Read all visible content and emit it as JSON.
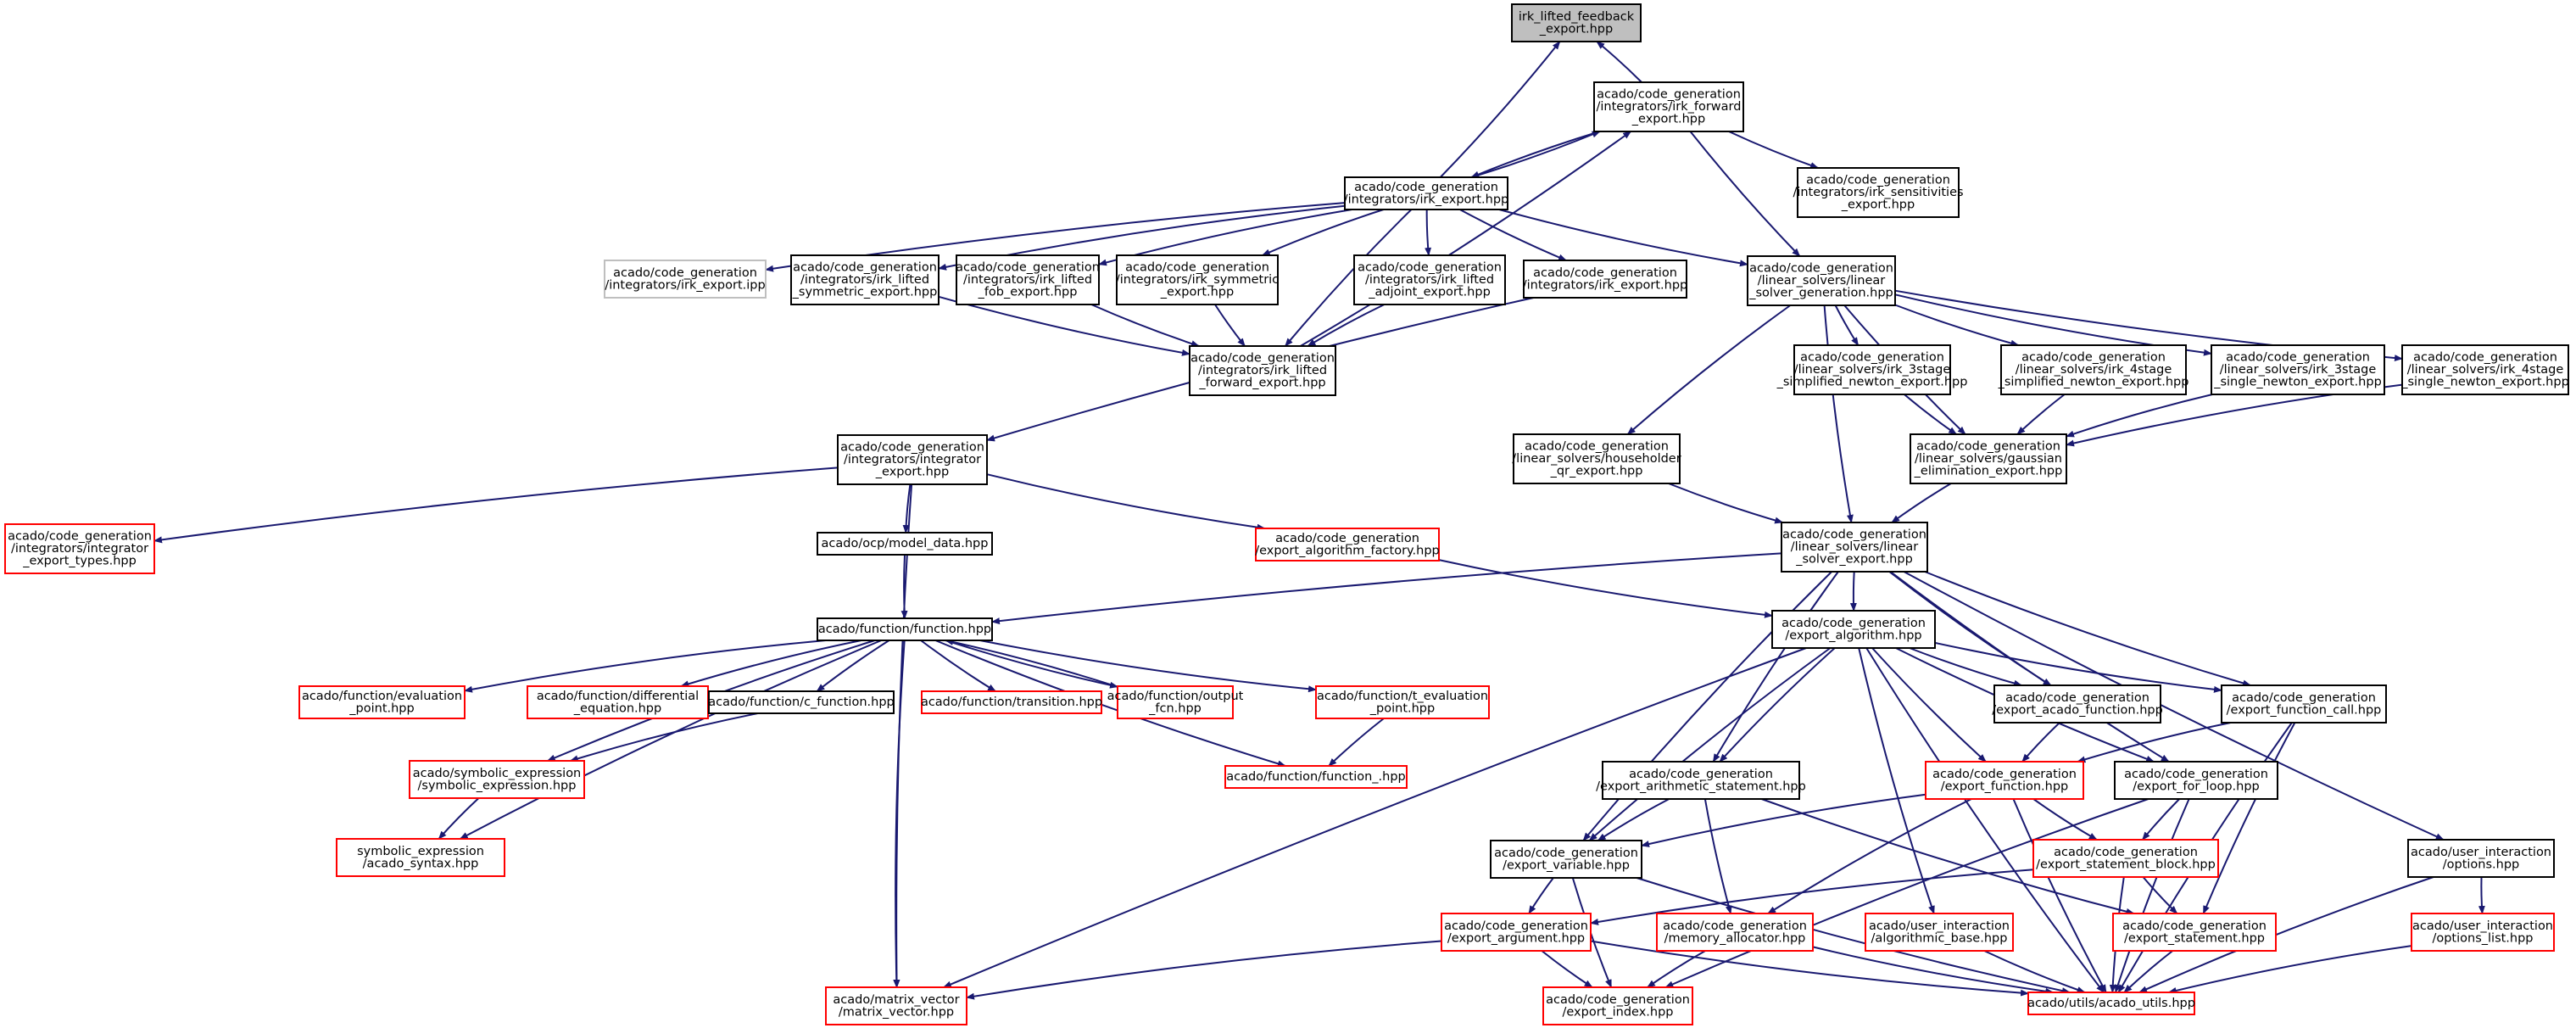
{
  "colors": {
    "edge": "#191970",
    "border_normal": "#000000",
    "border_missing": "#ff0000",
    "border_external": "#bfbfbf",
    "root_fill": "#bfbfbf",
    "fill": "#ffffff"
  },
  "nodes": {
    "root": {
      "lines": [
        "irk_lifted_feedback",
        "_export.hpp"
      ],
      "style": "root"
    },
    "irkfwd": {
      "lines": [
        "acado/code_generation",
        "/integrators/irk_forward",
        "_export.hpp"
      ],
      "style": "normal"
    },
    "irkexp": {
      "lines": [
        "acado/code_generation",
        "/integrators/irk_export.hpp"
      ],
      "style": "normal"
    },
    "irksens": {
      "lines": [
        "acado/code_generation",
        "/integrators/irk_sensitivities",
        "_export.hpp"
      ],
      "style": "normal"
    },
    "irkipp": {
      "lines": [
        "acado/code_generation",
        "/integrators/irk_export.ipp"
      ],
      "style": "external"
    },
    "liftsym": {
      "lines": [
        "acado/code_generation",
        "/integrators/irk_lifted",
        "_symmetric_export.hpp"
      ],
      "style": "normal"
    },
    "liftfob": {
      "lines": [
        "acado/code_generation",
        "/integrators/irk_lifted",
        "_fob_export.hpp"
      ],
      "style": "normal"
    },
    "irksym": {
      "lines": [
        "acado/code_generation",
        "/integrators/irk_symmetric",
        "_export.hpp"
      ],
      "style": "normal"
    },
    "liftadj": {
      "lines": [
        "acado/code_generation",
        "/integrators/irk_lifted",
        "_adjoint_export.hpp"
      ],
      "style": "normal"
    },
    "irkexp2": {
      "lines": [
        "acado/code_generation",
        "/integrators/irk_export.hpp"
      ],
      "style": "normal"
    },
    "lsgen": {
      "lines": [
        "acado/code_generation",
        "/linear_solvers/linear",
        "_solver_generation.hpp"
      ],
      "style": "normal"
    },
    "liftfwd": {
      "lines": [
        "acado/code_generation",
        "/integrators/irk_lifted",
        "_forward_export.hpp"
      ],
      "style": "normal"
    },
    "irk3simp": {
      "lines": [
        "acado/code_generation",
        "/linear_solvers/irk_3stage",
        "_simplified_newton_export.hpp"
      ],
      "style": "normal"
    },
    "irk4simp": {
      "lines": [
        "acado/code_generation",
        "/linear_solvers/irk_4stage",
        "_simplified_newton_export.hpp"
      ],
      "style": "normal"
    },
    "irk3sing": {
      "lines": [
        "acado/code_generation",
        "/linear_solvers/irk_3stage",
        "_single_newton_export.hpp"
      ],
      "style": "normal"
    },
    "irk4sing": {
      "lines": [
        "acado/code_generation",
        "/linear_solvers/irk_4stage",
        "_single_newton_export.hpp"
      ],
      "style": "normal"
    },
    "integ": {
      "lines": [
        "acado/code_generation",
        "/integrators/integrator",
        "_export.hpp"
      ],
      "style": "normal"
    },
    "househ": {
      "lines": [
        "acado/code_generation",
        "/linear_solvers/householder",
        "_qr_export.hpp"
      ],
      "style": "normal"
    },
    "gauss": {
      "lines": [
        "acado/code_generation",
        "/linear_solvers/gaussian",
        "_elimination_export.hpp"
      ],
      "style": "normal"
    },
    "integtypes": {
      "lines": [
        "acado/code_generation",
        "/integrators/integrator",
        "_export_types.hpp"
      ],
      "style": "missing"
    },
    "modeldata": {
      "lines": [
        "acado/ocp/model_data.hpp"
      ],
      "style": "normal"
    },
    "algfact": {
      "lines": [
        "acado/code_generation",
        "/export_algorithm_factory.hpp"
      ],
      "style": "missing"
    },
    "lsexp": {
      "lines": [
        "acado/code_generation",
        "/linear_solvers/linear",
        "_solver_export.hpp"
      ],
      "style": "normal"
    },
    "function": {
      "lines": [
        "acado/function/function.hpp"
      ],
      "style": "normal"
    },
    "expalg": {
      "lines": [
        "acado/code_generation",
        "/export_algorithm.hpp"
      ],
      "style": "normal"
    },
    "evalpt": {
      "lines": [
        "acado/function/evaluation",
        "_point.hpp"
      ],
      "style": "missing"
    },
    "diffeq": {
      "lines": [
        "acado/function/differential",
        "_equation.hpp"
      ],
      "style": "missing"
    },
    "cfunc": {
      "lines": [
        "acado/function/c_function.hpp"
      ],
      "style": "normal"
    },
    "transition": {
      "lines": [
        "acado/function/transition.hpp"
      ],
      "style": "missing"
    },
    "outfcn": {
      "lines": [
        "acado/function/output",
        "_fcn.hpp"
      ],
      "style": "missing"
    },
    "tevalpt": {
      "lines": [
        "acado/function/t_evaluation",
        "_point.hpp"
      ],
      "style": "missing"
    },
    "expacadofn": {
      "lines": [
        "acado/code_generation",
        "/export_acado_function.hpp"
      ],
      "style": "normal"
    },
    "expfncall": {
      "lines": [
        "acado/code_generation",
        "/export_function_call.hpp"
      ],
      "style": "normal"
    },
    "symexpr": {
      "lines": [
        "acado/symbolic_expression",
        "/symbolic_expression.hpp"
      ],
      "style": "missing"
    },
    "func_": {
      "lines": [
        "acado/function/function_.hpp"
      ],
      "style": "missing"
    },
    "arith": {
      "lines": [
        "acado/code_generation",
        "/export_arithmetic_statement.hpp"
      ],
      "style": "normal"
    },
    "expfunc": {
      "lines": [
        "acado/code_generation",
        "/export_function.hpp"
      ],
      "style": "missing"
    },
    "forloop": {
      "lines": [
        "acado/code_generation",
        "/export_for_loop.hpp"
      ],
      "style": "normal"
    },
    "acadosyntax": {
      "lines": [
        "symbolic_expression",
        "/acado_syntax.hpp"
      ],
      "style": "missing"
    },
    "expvar": {
      "lines": [
        "acado/code_generation",
        "/export_variable.hpp"
      ],
      "style": "normal"
    },
    "stmtblock": {
      "lines": [
        "acado/code_generation",
        "/export_statement_block.hpp"
      ],
      "style": "missing"
    },
    "useropts": {
      "lines": [
        "acado/user_interaction",
        "/options.hpp"
      ],
      "style": "normal"
    },
    "exparg": {
      "lines": [
        "acado/code_generation",
        "/export_argument.hpp"
      ],
      "style": "missing"
    },
    "memalloc": {
      "lines": [
        "acado/code_generation",
        "/memory_allocator.hpp"
      ],
      "style": "missing"
    },
    "algobase": {
      "lines": [
        "acado/user_interaction",
        "/algorithmic_base.hpp"
      ],
      "style": "missing"
    },
    "expstmt": {
      "lines": [
        "acado/code_generation",
        "/export_statement.hpp"
      ],
      "style": "missing"
    },
    "optslist": {
      "lines": [
        "acado/user_interaction",
        "/options_list.hpp"
      ],
      "style": "missing"
    },
    "matvec": {
      "lines": [
        "acado/matrix_vector",
        "/matrix_vector.hpp"
      ],
      "style": "missing"
    },
    "expindex": {
      "lines": [
        "acado/code_generation",
        "/export_index.hpp"
      ],
      "style": "missing"
    },
    "utils": {
      "lines": [
        "acado/utils/acado_utils.hpp"
      ],
      "style": "missing"
    }
  }
}
